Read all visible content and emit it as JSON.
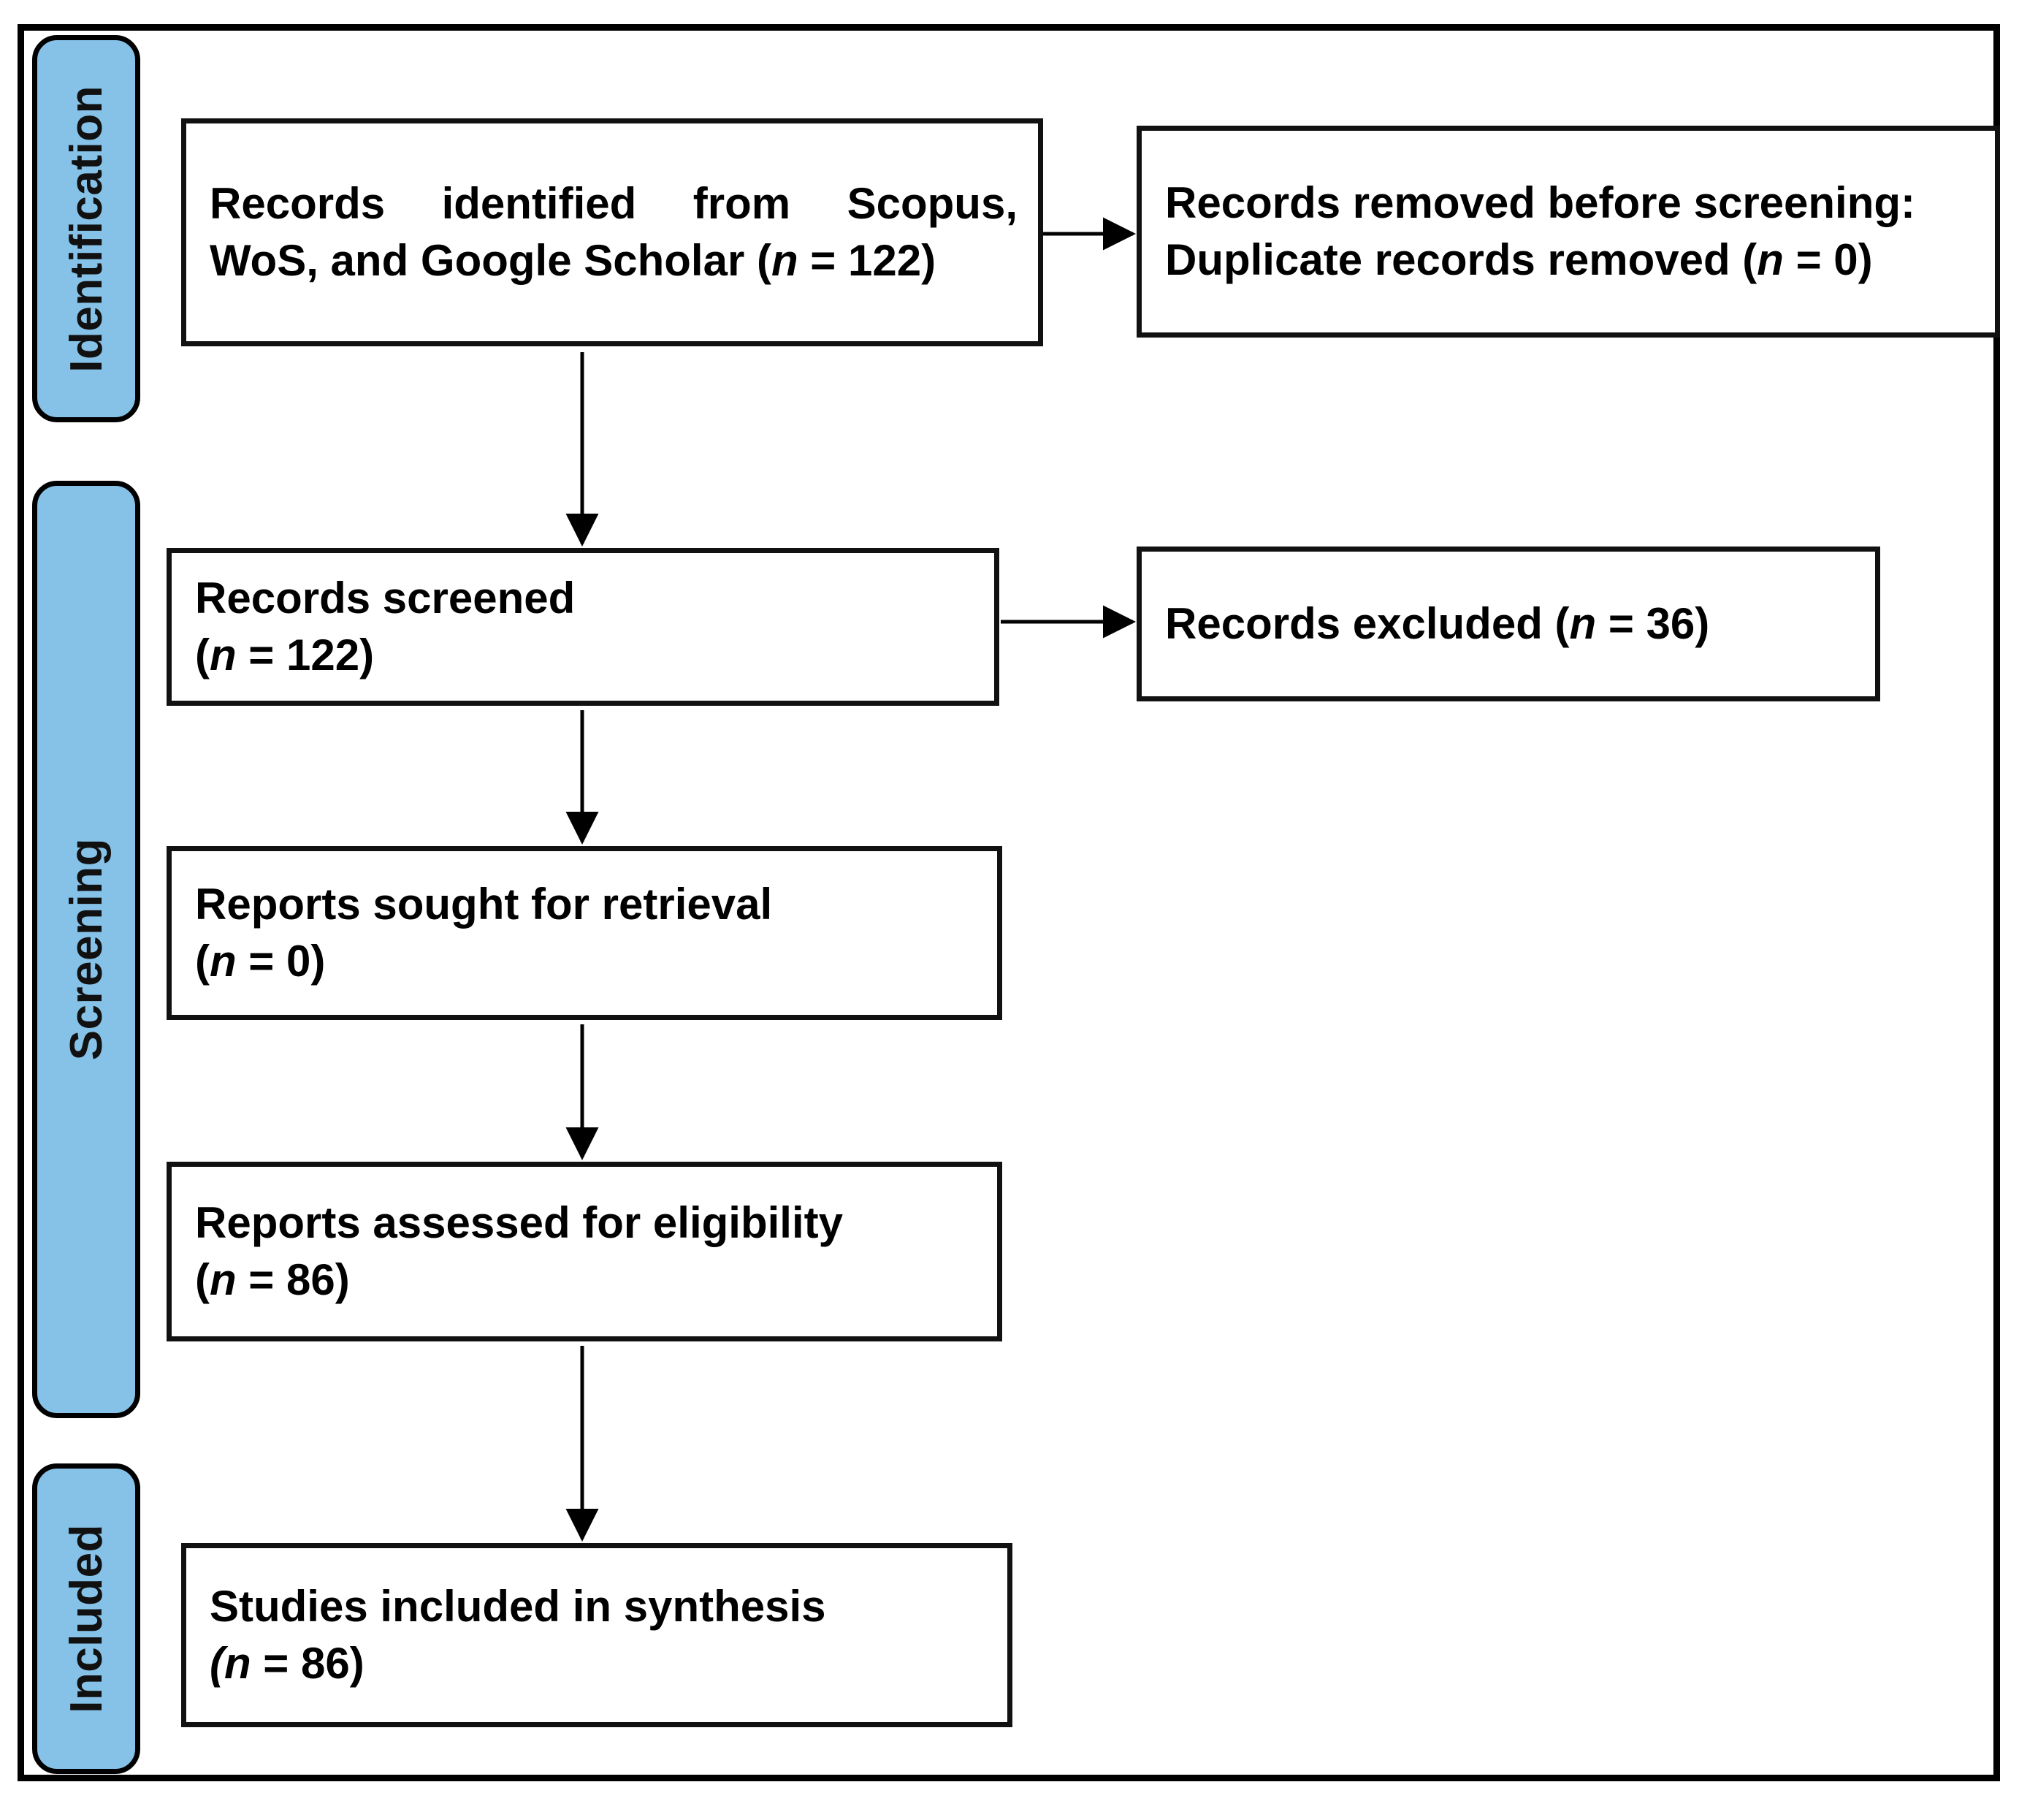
{
  "figure": {
    "type": "prisma-flow-diagram",
    "colors": {
      "phase_bar_fill": "#86C2E8",
      "box_fill": "#FFFFFF",
      "stroke": "#000000",
      "text": "#000000"
    }
  },
  "phases": [
    {
      "id": "identification",
      "label": "Identification"
    },
    {
      "id": "screening",
      "label": "Screening"
    },
    {
      "id": "included",
      "label": "Included"
    }
  ],
  "boxes": {
    "identified": {
      "line1": "Records identified from Scopus,",
      "line2_prefix": "WoS, and Google Scholar  (",
      "line2_italic": "n",
      "line2_suffix": " = 122)",
      "count_label": "n = 122",
      "count": 122
    },
    "removed": {
      "line1": "Records removed before screening:",
      "line2_prefix": "Duplicate records removed (",
      "line2_italic": "n",
      "line2_suffix": " = 0)",
      "count_label": "n = 0",
      "count": 0
    },
    "screened": {
      "line1": "Records screened",
      "line2_prefix": "(",
      "line2_italic": "n",
      "line2_suffix": " = 122)",
      "count_label": "n = 122",
      "count": 122
    },
    "excluded": {
      "line1_prefix": "Records excluded (",
      "line1_italic": "n",
      "line1_suffix": " = 36)",
      "count_label": "n = 36",
      "count": 36
    },
    "sought": {
      "line1": "Reports sought for retrieval",
      "line2_prefix": "(",
      "line2_italic": "n",
      "line2_suffix": " = 0)",
      "count_label": "n = 0",
      "count": 0
    },
    "assessed": {
      "line1": "Reports assessed for eligibility",
      "line2_prefix": "(",
      "line2_italic": "n",
      "line2_suffix": " = 86)",
      "count_label": "n = 86",
      "count": 86
    },
    "included": {
      "line1": "Studies included in synthesis",
      "line2_prefix": "",
      "line2_italic": "(n",
      "line2_suffix": " = 86)",
      "count_label": "n = 86",
      "count": 86
    }
  },
  "connectors": [
    {
      "id": "identified-to-removed",
      "kind": "arrow-right"
    },
    {
      "id": "identified-to-screened",
      "kind": "arrow-down"
    },
    {
      "id": "screened-to-excluded",
      "kind": "arrow-right"
    },
    {
      "id": "screened-to-sought",
      "kind": "arrow-down"
    },
    {
      "id": "sought-to-assessed",
      "kind": "arrow-down"
    },
    {
      "id": "assessed-to-included",
      "kind": "arrow-down"
    }
  ]
}
